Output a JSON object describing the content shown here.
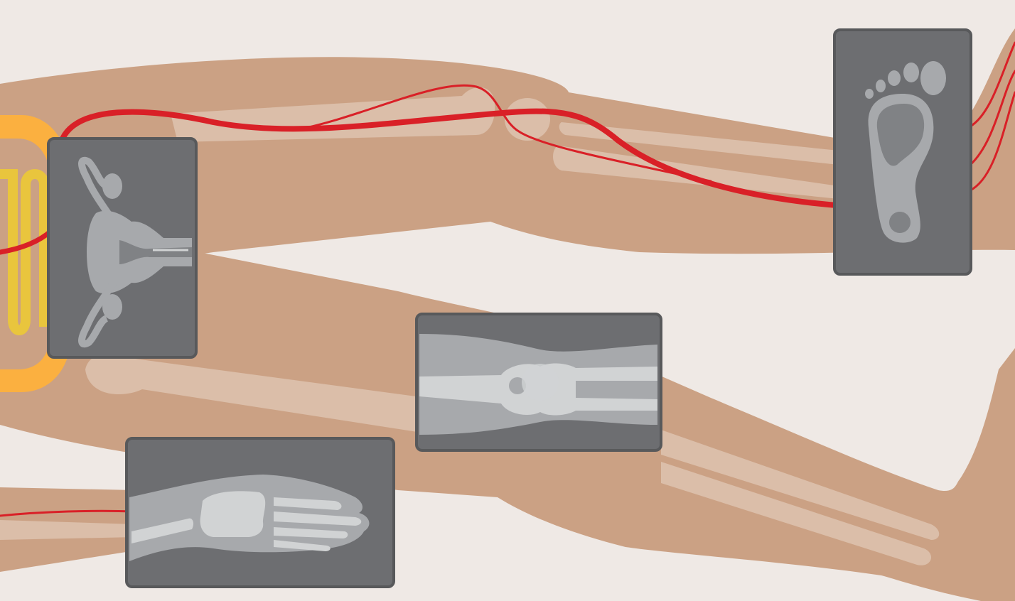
{
  "scene": {
    "background": "#efe9e5",
    "skin": "#cba184",
    "bone": "#dbbea9",
    "artery": "#d92027",
    "device_outer": "#fbb040",
    "device_inner": "#e9c53d",
    "panel_fill": "#6d6e71",
    "panel_border": "#58595b",
    "xray_light": "#d1d3d4",
    "xray_mid": "#a7a9ac",
    "xray_dark": "#808285"
  },
  "panels": [
    {
      "name": "reproductive-organs-xray-panel",
      "icon": "uterus-icon"
    },
    {
      "name": "foot-xray-panel",
      "icon": "foot-icon"
    },
    {
      "name": "knee-xray-panel",
      "icon": "knee-joint-icon"
    },
    {
      "name": "hand-xray-panel",
      "icon": "hand-icon"
    }
  ]
}
